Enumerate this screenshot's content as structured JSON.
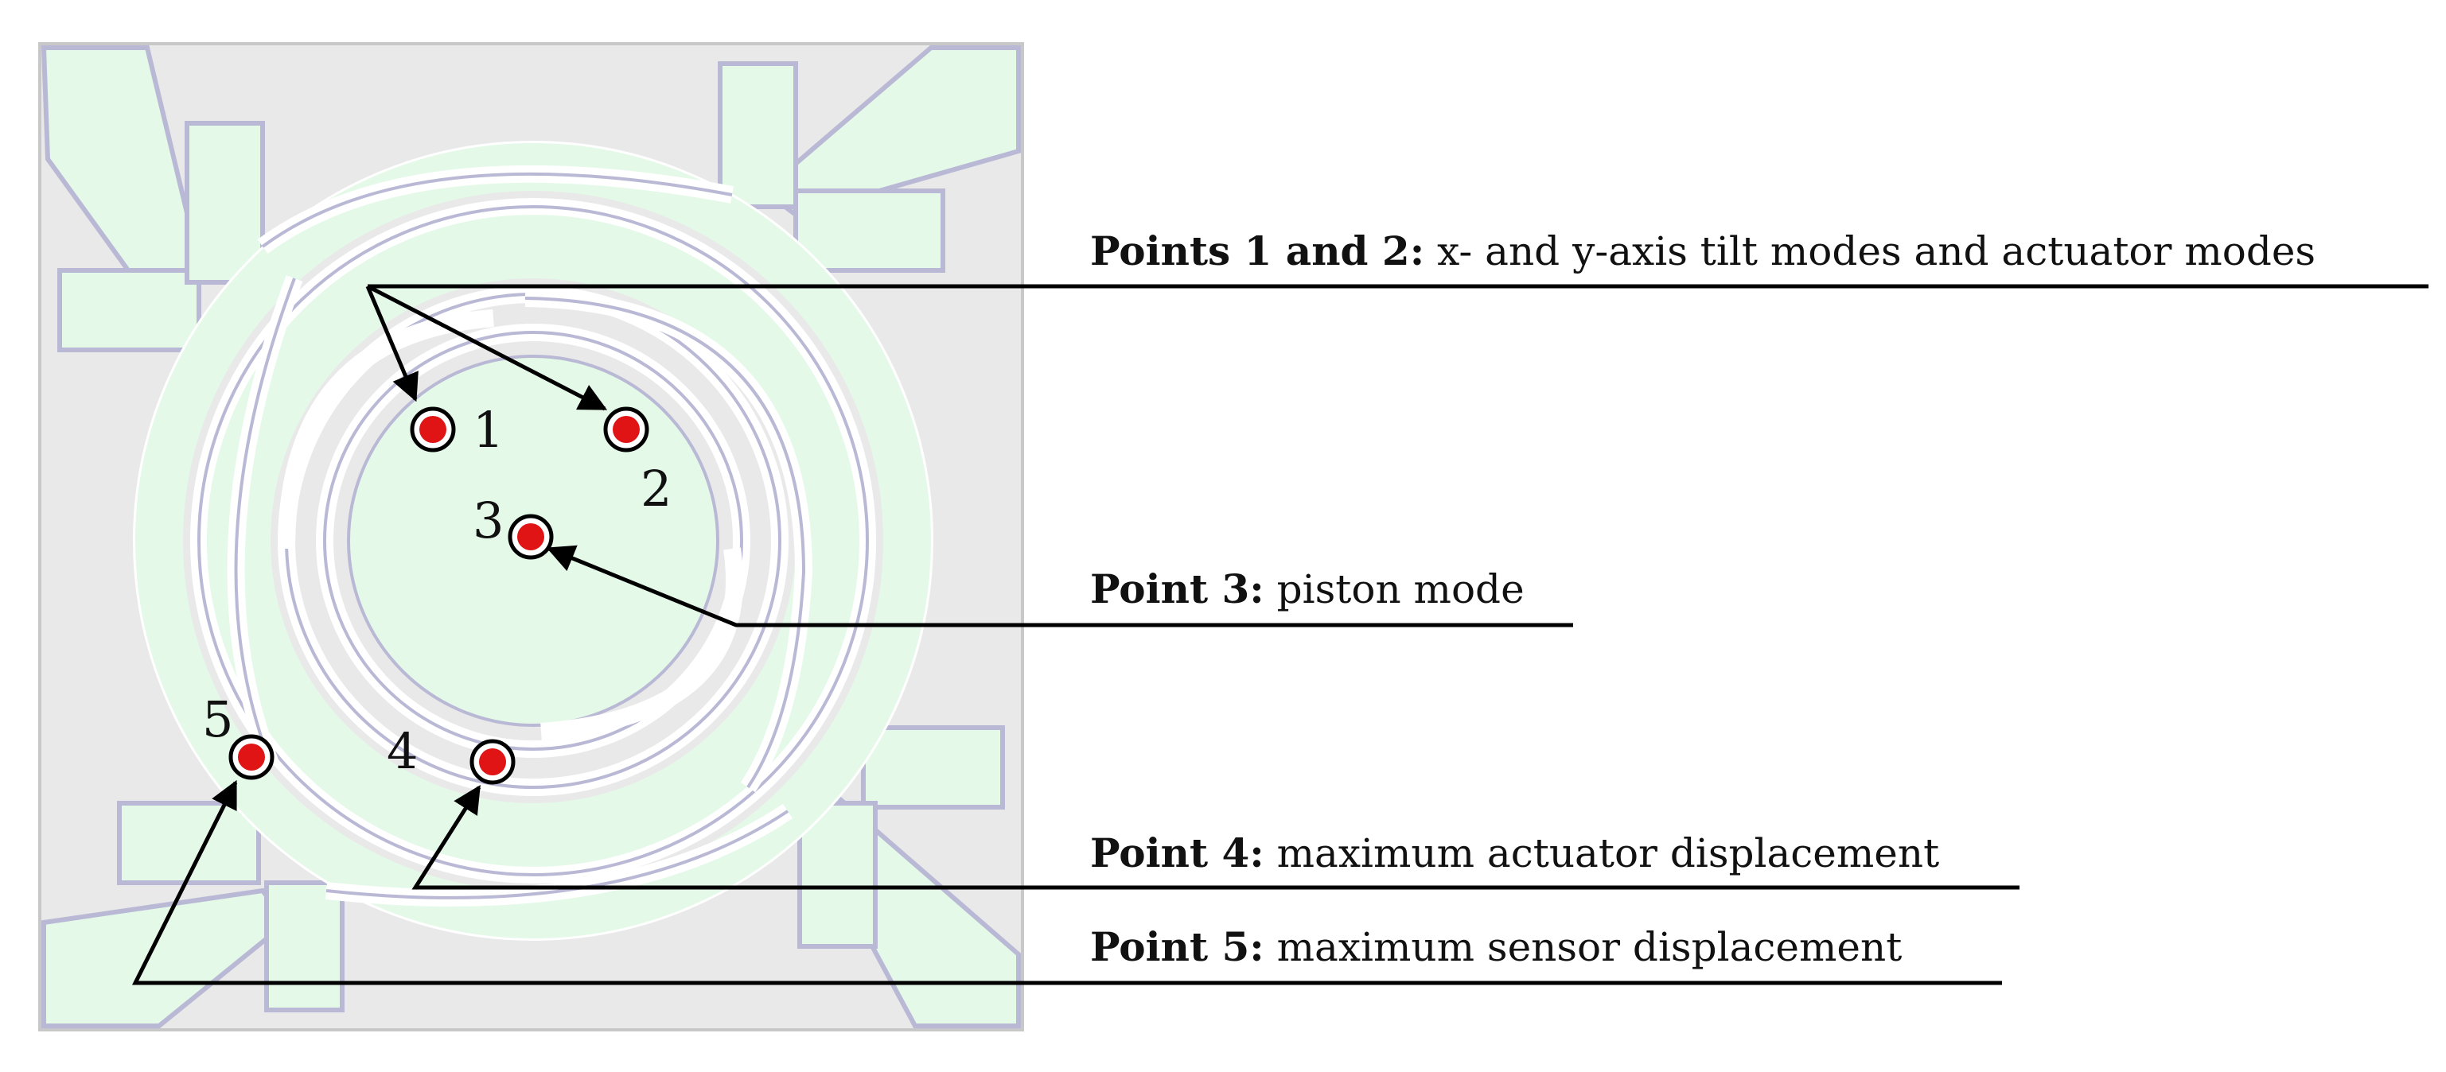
{
  "points": [
    {
      "number": "1"
    },
    {
      "number": "2"
    },
    {
      "number": "3"
    },
    {
      "number": "4"
    },
    {
      "number": "5"
    }
  ],
  "annotations": [
    {
      "bold": "Points 1 and 2:",
      "text": " x- and y-axis tilt modes and actuator modes"
    },
    {
      "bold": "Point 3:",
      "text": " piston mode"
    },
    {
      "bold": "Point 4:",
      "text": " maximum actuator displacement"
    },
    {
      "bold": "Point 5:",
      "text": " maximum sensor displacement"
    }
  ],
  "colors": {
    "chip_background": "#e9e9e9",
    "structure_fill": "#e4f9e8",
    "structure_outline": "#b9b9d6",
    "marker_fill": "#e01414",
    "leader_line": "#000000"
  }
}
